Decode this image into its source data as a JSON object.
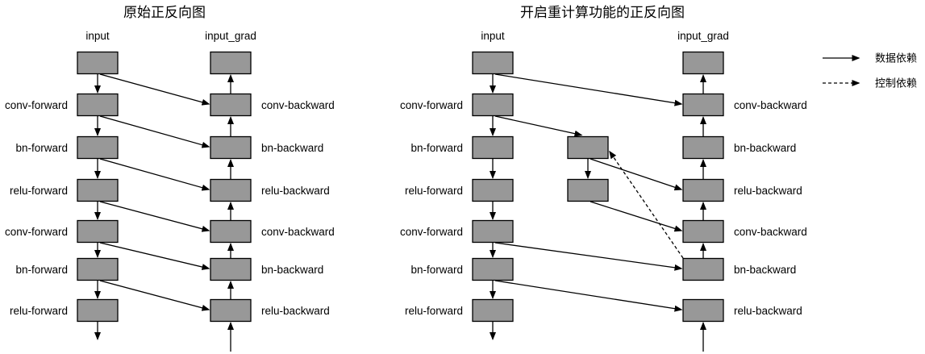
{
  "colors": {
    "background": "#ffffff",
    "node_fill": "#989898",
    "node_stroke": "#000000",
    "line": "#000000",
    "text": "#000000"
  },
  "legend": {
    "items": [
      {
        "id": "data-dependency",
        "label": "数据依赖",
        "style": "solid"
      },
      {
        "id": "control-dependency",
        "label": "控制依赖",
        "style": "dashed"
      }
    ]
  },
  "diagrams": [
    {
      "id": "original",
      "title": "原始正反向图",
      "columns": [
        {
          "id": "forward",
          "header": "input"
        },
        {
          "id": "backward",
          "header": "input_grad"
        }
      ],
      "nodes": [
        {
          "id": "f1",
          "col": "forward",
          "row": 1
        },
        {
          "id": "f2",
          "col": "forward",
          "row": 2,
          "label": "conv-forward"
        },
        {
          "id": "f3",
          "col": "forward",
          "row": 3,
          "label": "bn-forward"
        },
        {
          "id": "f4",
          "col": "forward",
          "row": 4,
          "label": "relu-forward"
        },
        {
          "id": "f5",
          "col": "forward",
          "row": 5,
          "label": "conv-forward"
        },
        {
          "id": "f6",
          "col": "forward",
          "row": 6,
          "label": "bn-forward"
        },
        {
          "id": "f7",
          "col": "forward",
          "row": 7,
          "label": "relu-forward"
        },
        {
          "id": "b1",
          "col": "backward",
          "row": 1
        },
        {
          "id": "b2",
          "col": "backward",
          "row": 2,
          "label": "conv-backward"
        },
        {
          "id": "b3",
          "col": "backward",
          "row": 3,
          "label": "bn-backward"
        },
        {
          "id": "b4",
          "col": "backward",
          "row": 4,
          "label": "relu-backward"
        },
        {
          "id": "b5",
          "col": "backward",
          "row": 5,
          "label": "conv-backward"
        },
        {
          "id": "b6",
          "col": "backward",
          "row": 6,
          "label": "bn-backward"
        },
        {
          "id": "b7",
          "col": "backward",
          "row": 7,
          "label": "relu-backward"
        }
      ],
      "edges": [
        {
          "from": "f1",
          "to": "f2",
          "type": "data"
        },
        {
          "from": "f2",
          "to": "f3",
          "type": "data"
        },
        {
          "from": "f3",
          "to": "f4",
          "type": "data"
        },
        {
          "from": "f4",
          "to": "f5",
          "type": "data"
        },
        {
          "from": "f5",
          "to": "f6",
          "type": "data"
        },
        {
          "from": "f6",
          "to": "f7",
          "type": "data"
        },
        {
          "from": "f7",
          "to": "out",
          "type": "data"
        },
        {
          "from": "f1",
          "to": "b2",
          "type": "data"
        },
        {
          "from": "f2",
          "to": "b3",
          "type": "data"
        },
        {
          "from": "f3",
          "to": "b4",
          "type": "data"
        },
        {
          "from": "f4",
          "to": "b5",
          "type": "data"
        },
        {
          "from": "f5",
          "to": "b6",
          "type": "data"
        },
        {
          "from": "f6",
          "to": "b7",
          "type": "data"
        },
        {
          "from": "b2",
          "to": "b1",
          "type": "data"
        },
        {
          "from": "b3",
          "to": "b2",
          "type": "data"
        },
        {
          "from": "b4",
          "to": "b3",
          "type": "data"
        },
        {
          "from": "b5",
          "to": "b4",
          "type": "data"
        },
        {
          "from": "b6",
          "to": "b5",
          "type": "data"
        },
        {
          "from": "b7",
          "to": "b6",
          "type": "data"
        },
        {
          "from": "in",
          "to": "b7",
          "type": "data"
        }
      ]
    },
    {
      "id": "recompute",
      "title": "开启重计算功能的正反向图",
      "columns": [
        {
          "id": "forward",
          "header": "input"
        },
        {
          "id": "backward",
          "header": "input_grad"
        }
      ],
      "nodes": [
        {
          "id": "f1",
          "col": "forward",
          "row": 1
        },
        {
          "id": "f2",
          "col": "forward",
          "row": 2,
          "label": "conv-forward"
        },
        {
          "id": "f3",
          "col": "forward",
          "row": 3,
          "label": "bn-forward"
        },
        {
          "id": "f4",
          "col": "forward",
          "row": 4,
          "label": "relu-forward"
        },
        {
          "id": "f5",
          "col": "forward",
          "row": 5,
          "label": "conv-forward"
        },
        {
          "id": "f6",
          "col": "forward",
          "row": 6,
          "label": "bn-forward"
        },
        {
          "id": "f7",
          "col": "forward",
          "row": 7,
          "label": "relu-forward"
        },
        {
          "id": "m3",
          "col": "middle",
          "row": 3
        },
        {
          "id": "m4",
          "col": "middle",
          "row": 4
        },
        {
          "id": "b1",
          "col": "backward",
          "row": 1
        },
        {
          "id": "b2",
          "col": "backward",
          "row": 2,
          "label": "conv-backward"
        },
        {
          "id": "b3",
          "col": "backward",
          "row": 3,
          "label": "bn-backward"
        },
        {
          "id": "b4",
          "col": "backward",
          "row": 4,
          "label": "relu-backward"
        },
        {
          "id": "b5",
          "col": "backward",
          "row": 5,
          "label": "conv-backward"
        },
        {
          "id": "b6",
          "col": "backward",
          "row": 6,
          "label": "bn-backward"
        },
        {
          "id": "b7",
          "col": "backward",
          "row": 7,
          "label": "relu-backward"
        }
      ],
      "edges": [
        {
          "from": "f1",
          "to": "f2",
          "type": "data"
        },
        {
          "from": "f2",
          "to": "f3",
          "type": "data"
        },
        {
          "from": "f3",
          "to": "f4",
          "type": "data"
        },
        {
          "from": "f4",
          "to": "f5",
          "type": "data"
        },
        {
          "from": "f5",
          "to": "f6",
          "type": "data"
        },
        {
          "from": "f6",
          "to": "f7",
          "type": "data"
        },
        {
          "from": "f7",
          "to": "out",
          "type": "data"
        },
        {
          "from": "f1",
          "to": "b2",
          "type": "data"
        },
        {
          "from": "f2",
          "to": "m3",
          "type": "data",
          "toAnchor": "top"
        },
        {
          "from": "m3",
          "to": "m4",
          "type": "data"
        },
        {
          "from": "m3",
          "to": "b4",
          "type": "data"
        },
        {
          "from": "m4",
          "to": "b5",
          "type": "data"
        },
        {
          "from": "f5",
          "to": "b6",
          "type": "data"
        },
        {
          "from": "f6",
          "to": "b7",
          "type": "data"
        },
        {
          "from": "b2",
          "to": "b1",
          "type": "data"
        },
        {
          "from": "b3",
          "to": "b2",
          "type": "data"
        },
        {
          "from": "b4",
          "to": "b3",
          "type": "data"
        },
        {
          "from": "b5",
          "to": "b4",
          "type": "data"
        },
        {
          "from": "b6",
          "to": "b5",
          "type": "data"
        },
        {
          "from": "in",
          "to": "b7",
          "type": "data"
        },
        {
          "from": "b6",
          "to": "m3",
          "type": "control",
          "toAnchor": "right"
        }
      ]
    }
  ]
}
